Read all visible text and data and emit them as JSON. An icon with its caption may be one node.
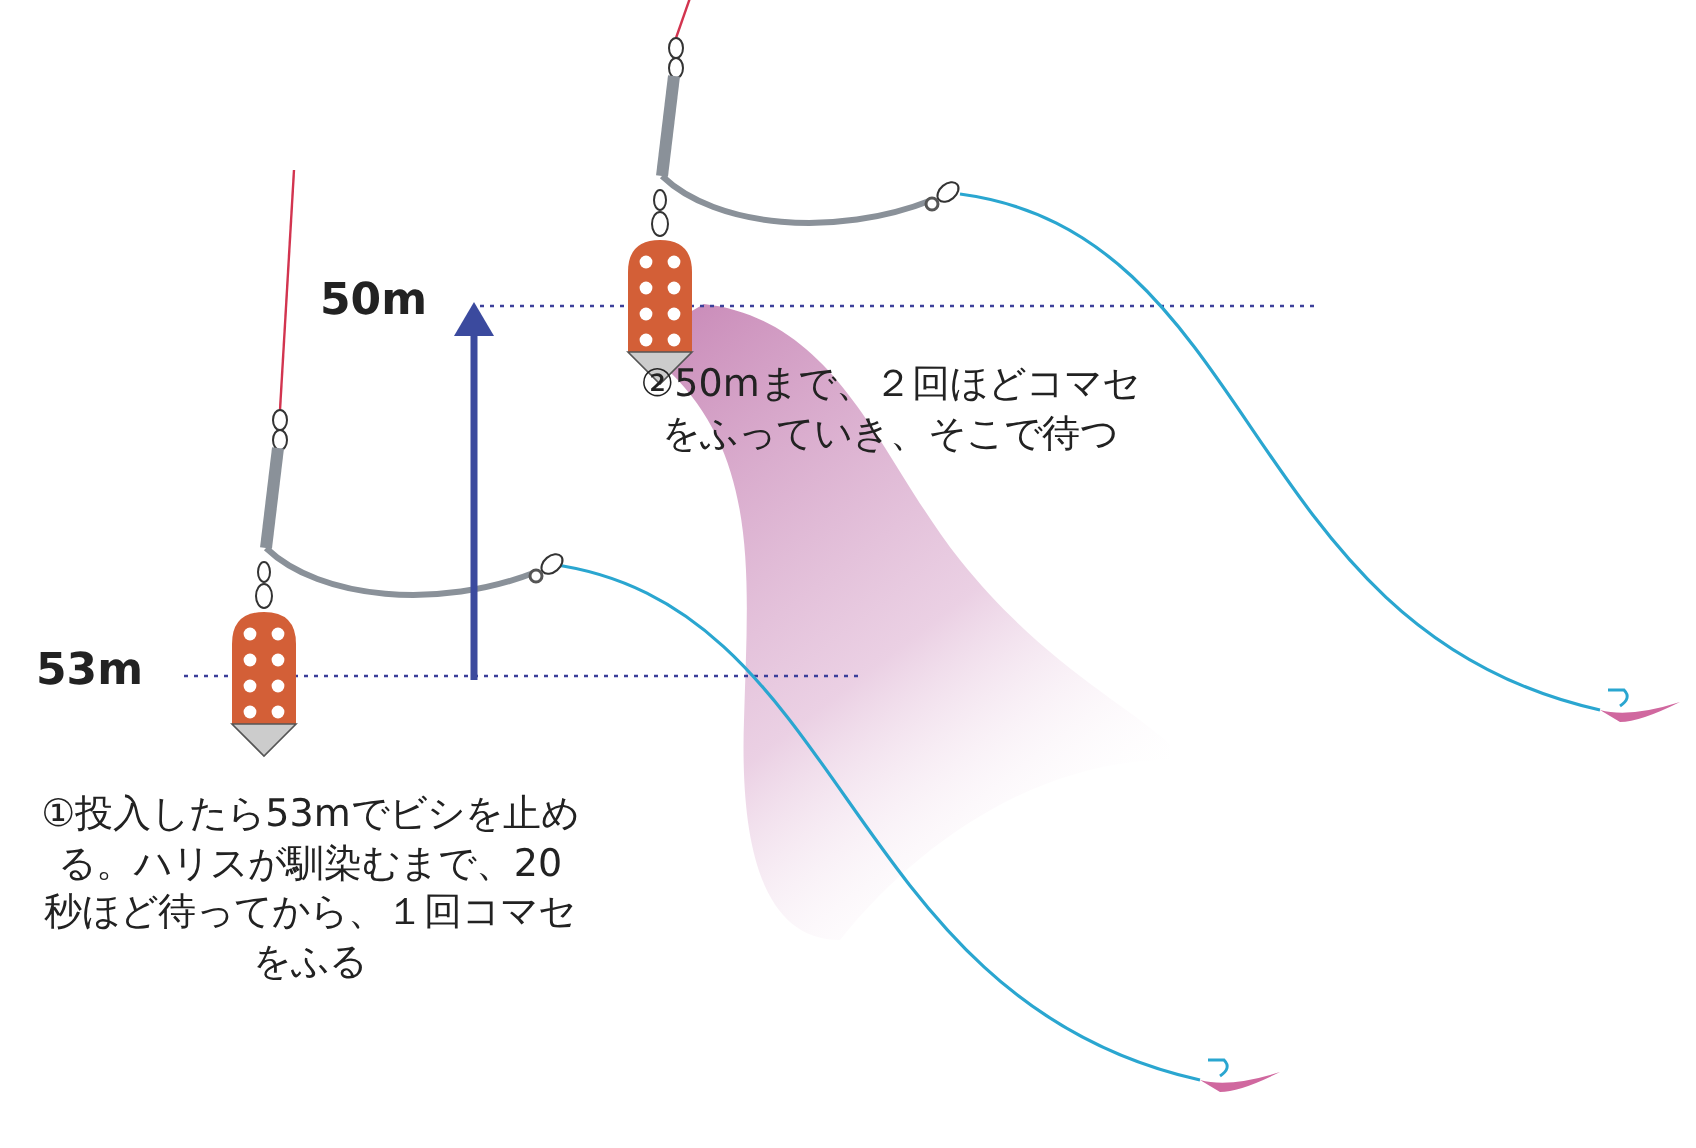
{
  "diagram": {
    "labels": [
      "50m",
      "②50mまで、２回ほどコマセをふっていき、そこで待つ",
      "53m",
      "①投入したら53mでビシを止める。ハリスが馴染むまで、20秒ほど待ってから、１回コマセをふる"
    ]
  }
}
